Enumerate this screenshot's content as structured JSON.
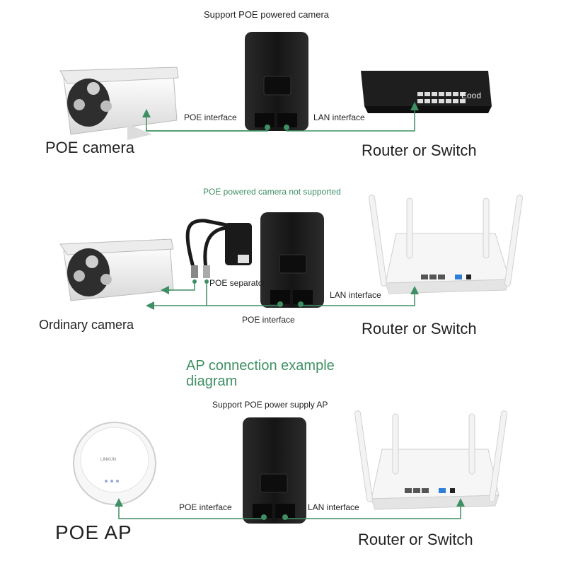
{
  "section1": {
    "heading": "Support POE powered camera",
    "poe_label": "POE interface",
    "lan_label": "LAN interface",
    "device_left": "POE camera",
    "device_right": "Router or Switch",
    "switch_overlay": "Eood"
  },
  "section2": {
    "heading": "POE powered camera not supported",
    "splitter_label": "POE separator",
    "poe_label": "POE interface",
    "lan_label": "LAN interface",
    "device_left": "Ordinary camera",
    "device_right": "Router or Switch"
  },
  "section3": {
    "title": "AP connection example diagram",
    "heading": "Support POE power supply AP",
    "poe_label": "POE interface",
    "lan_label": "LAN interface",
    "device_left": "POE AP",
    "device_right": "Router or Switch",
    "ap_brand": "LINKUN"
  },
  "colors": {
    "line": "#3f8f64",
    "accent_green": "#3f8f64",
    "injector": "#1b1b1b",
    "device_white": "#f4f4f4"
  }
}
